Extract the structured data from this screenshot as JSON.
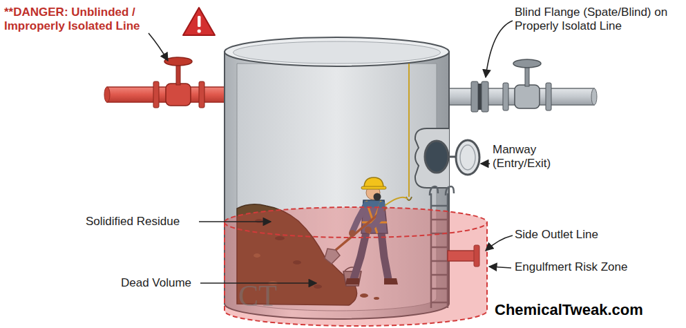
{
  "diagram": {
    "labels": [
      "**DANGER: Unblinded / Improperly Isolated Line",
      "Blind Flange (Spate/Blind) on Properly Isolatd Line",
      "Manway (Entry/Exit)",
      "Solidified Residue",
      "Dead Volume",
      "Side Outlet Line",
      "Engulfmert Risk Zone",
      "CT",
      "ChemicalTweak.com"
    ]
  }
}
